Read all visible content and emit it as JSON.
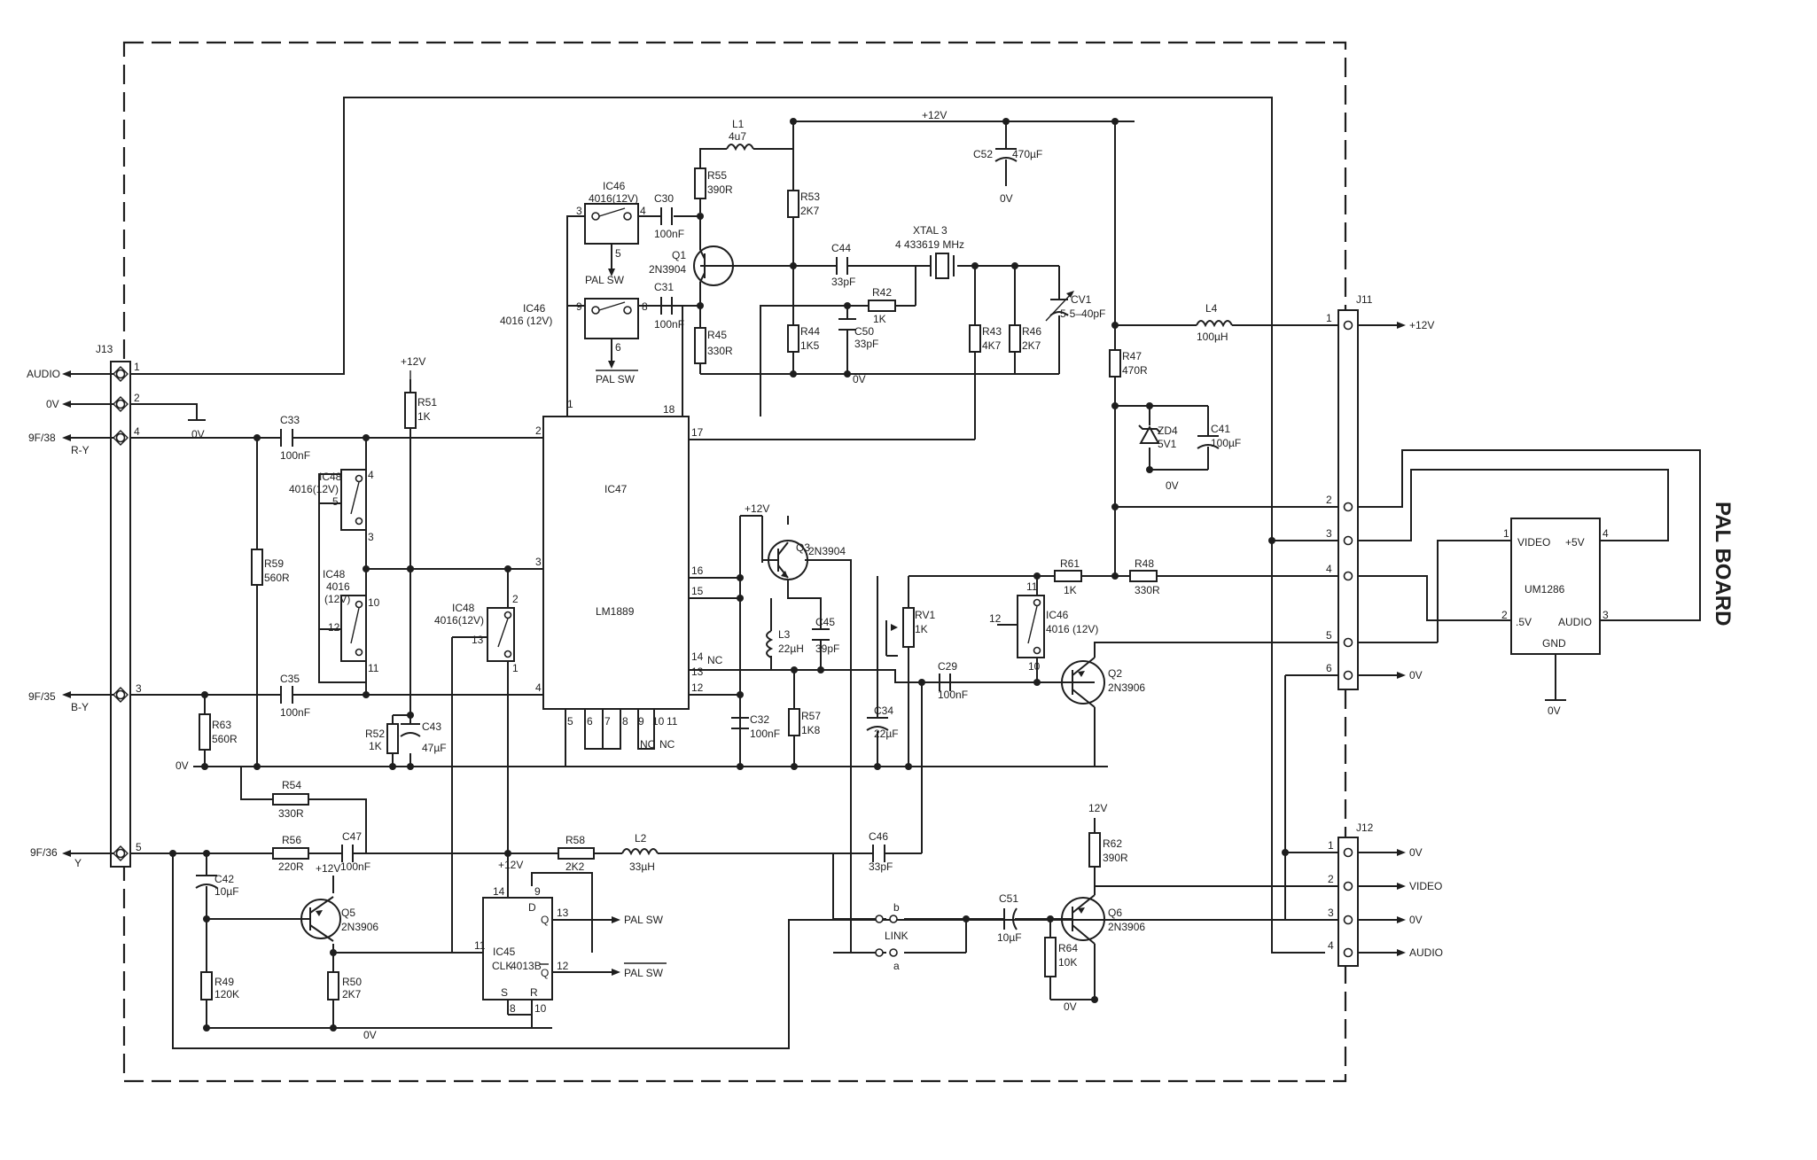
{
  "board": {
    "title": "PAL BOARD"
  },
  "connectors": {
    "j13": {
      "ref": "J13",
      "pins": [
        "1",
        "2",
        "4",
        "3",
        "5"
      ]
    },
    "j11": {
      "ref": "J11",
      "pins": [
        "1",
        "2",
        "3",
        "4",
        "5",
        "6"
      ]
    },
    "j12": {
      "ref": "J12",
      "pins": [
        "1",
        "2",
        "3",
        "4"
      ]
    }
  },
  "signals": {
    "audio_in": "AUDIO",
    "zero_v_in": "0V",
    "ry_code": "9F/38",
    "ry": "R-Y",
    "by_code": "9F/35",
    "by": "B-Y",
    "y_code": "9F/36",
    "y": "Y",
    "j11_12v": "+12V",
    "j11_0v": "0V",
    "j12_0v_1": "0V",
    "j12_video": "VIDEO",
    "j12_0v_3": "0V",
    "j12_audio": "AUDIO",
    "pal_sw_1": "PAL SW",
    "pal_sw_2": "PAL SW",
    "pal_sw_out": "PAL SW",
    "pal_sw_bar_out": "PAL SW",
    "link": "LINK",
    "link_a": "a",
    "link_b": "b"
  },
  "rails": {
    "v12_top": "+12V",
    "v12_r51": "+12V",
    "v12_q3": "+12V",
    "v12_ic45": "+12V",
    "v12_q5": "+12V",
    "v12_q6": "12V",
    "gnd_c52": "0V",
    "gnd_osc": "0V",
    "gnd_zd4": "0V",
    "gnd_j13": "0V",
    "gnd_left": "0V",
    "gnd_bottom": "0V",
    "gnd_q6": "0V",
    "gnd_um": "0V"
  },
  "ics": {
    "ic47": {
      "ref": "IC47",
      "part": "LM1889",
      "pins": {
        "p1": "1",
        "p2": "2",
        "p3": "3",
        "p4": "4",
        "p18": "18",
        "p17": "17",
        "p16": "16",
        "p15": "15",
        "p14": "14",
        "p13": "13",
        "p12": "12",
        "p5": "5",
        "p6": "6",
        "p7": "7",
        "p8": "8",
        "p9": "9",
        "p10": "10",
        "p11": "11",
        "nc14": "NC",
        "nc_a": "NC",
        "nc_b": "NC"
      }
    },
    "ic45": {
      "ref": "IC45",
      "part": "4013B",
      "clk": "CLK",
      "d": "D",
      "q": "Q",
      "qbar": "Q",
      "s": "S",
      "r": "R",
      "pins": {
        "p14": "14",
        "p9": "9",
        "p13": "13",
        "p11": "11",
        "p12": "12",
        "p8": "8",
        "p10": "10"
      }
    },
    "um1286": {
      "ref": "UM1286",
      "video": "VIDEO",
      "plus5_a": "+5V",
      "plus5_b": ".5V",
      "audio": "AUDIO",
      "gnd": "GND",
      "pins": {
        "p1": "1",
        "p2": "2",
        "p3": "3",
        "p4": "4"
      }
    },
    "ic46_a": {
      "ref": "IC46",
      "part": "4016(12V)",
      "pins": [
        "3",
        "4",
        "5"
      ]
    },
    "ic46_b": {
      "ref": "IC46",
      "part": "4016 (12V)",
      "pins": [
        "9",
        "8",
        "6"
      ]
    },
    "ic46_c": {
      "ref": "IC46",
      "part": "4016 (12V)",
      "pins": [
        "12",
        "11",
        "10"
      ]
    },
    "ic48_a": {
      "ref": "IC48",
      "part": "4016(12V)",
      "pins": [
        "4",
        "5",
        "3"
      ]
    },
    "ic48_b": {
      "ref": "IC48",
      "part": "4016",
      "part2": "(12V)",
      "pins": [
        "10",
        "12",
        "11"
      ]
    },
    "ic48_c": {
      "ref": "IC48",
      "part": "4016(12V)",
      "pins": [
        "2",
        "13",
        "1"
      ]
    }
  },
  "transistors": {
    "q1": {
      "ref": "Q1",
      "part": "2N3904"
    },
    "q2": {
      "ref": "Q2",
      "part": "2N3906"
    },
    "q3": {
      "ref": "Q3",
      "part": "2N3904"
    },
    "q5": {
      "ref": "Q5",
      "part": "2N3906"
    },
    "q6": {
      "ref": "Q6",
      "part": "2N3906"
    }
  },
  "components": {
    "l1": {
      "ref": "L1",
      "value": "4u7"
    },
    "l2": {
      "ref": "L2",
      "value": "33µH"
    },
    "l3": {
      "ref": "L3",
      "value": "22µH"
    },
    "l4": {
      "ref": "L4",
      "value": "100µH"
    },
    "r42": {
      "ref": "R42",
      "value": "1K"
    },
    "r43": {
      "ref": "R43",
      "value": "4K7"
    },
    "r44": {
      "ref": "R44",
      "value": "1K5"
    },
    "r45": {
      "ref": "R45",
      "value": "330R"
    },
    "r46": {
      "ref": "R46",
      "value": "2K7"
    },
    "r47": {
      "ref": "R47",
      "value": "470R"
    },
    "r48": {
      "ref": "R48",
      "value": "330R"
    },
    "r49": {
      "ref": "R49",
      "value": "120K"
    },
    "r50": {
      "ref": "R50",
      "value": "2K7"
    },
    "r51": {
      "ref": "R51",
      "value": "1K"
    },
    "r52": {
      "ref": "R52",
      "value": "1K"
    },
    "r53": {
      "ref": "R53",
      "value": "2K7"
    },
    "r54": {
      "ref": "R54",
      "value": "330R"
    },
    "r55": {
      "ref": "R55",
      "value": "390R"
    },
    "r56": {
      "ref": "R56",
      "value": "220R"
    },
    "r57": {
      "ref": "R57",
      "value": "1K8"
    },
    "r58": {
      "ref": "R58",
      "value": "2K2"
    },
    "r59": {
      "ref": "R59",
      "value": "560R"
    },
    "r61": {
      "ref": "R61",
      "value": "1K"
    },
    "r62": {
      "ref": "R62",
      "value": "390R"
    },
    "r63": {
      "ref": "R63",
      "value": "560R"
    },
    "r64": {
      "ref": "R64",
      "value": "10K"
    },
    "rv1": {
      "ref": "RV1",
      "value": "1K"
    },
    "c29": {
      "ref": "C29",
      "value": "100nF"
    },
    "c30": {
      "ref": "C30",
      "value": "100nF"
    },
    "c31": {
      "ref": "C31",
      "value": "100nF"
    },
    "c32": {
      "ref": "C32",
      "value": "100nF"
    },
    "c33": {
      "ref": "C33",
      "value": "100nF"
    },
    "c34": {
      "ref": "C34",
      "value": "22µF"
    },
    "c35": {
      "ref": "C35",
      "value": "100nF"
    },
    "c41": {
      "ref": "C41",
      "value": "100µF"
    },
    "c42": {
      "ref": "C42",
      "value": "10µF"
    },
    "c43": {
      "ref": "C43",
      "value": "47µF"
    },
    "c44": {
      "ref": "C44",
      "value": "33pF"
    },
    "c45": {
      "ref": "C45",
      "value": "39pF"
    },
    "c46": {
      "ref": "C46",
      "value": "33pF"
    },
    "c47": {
      "ref": "C47",
      "value": "100nF"
    },
    "c50": {
      "ref": "C50",
      "value": "33pF"
    },
    "c51": {
      "ref": "C51",
      "value": "10µF"
    },
    "c52": {
      "ref": "C52",
      "value": "470µF"
    },
    "cv1": {
      "ref": "CV1",
      "value": "5·5–40pF"
    },
    "zd4": {
      "ref": "ZD4",
      "value": "5V1"
    },
    "xtal3": {
      "ref": "XTAL 3",
      "value": "4 433619 MHz"
    }
  }
}
